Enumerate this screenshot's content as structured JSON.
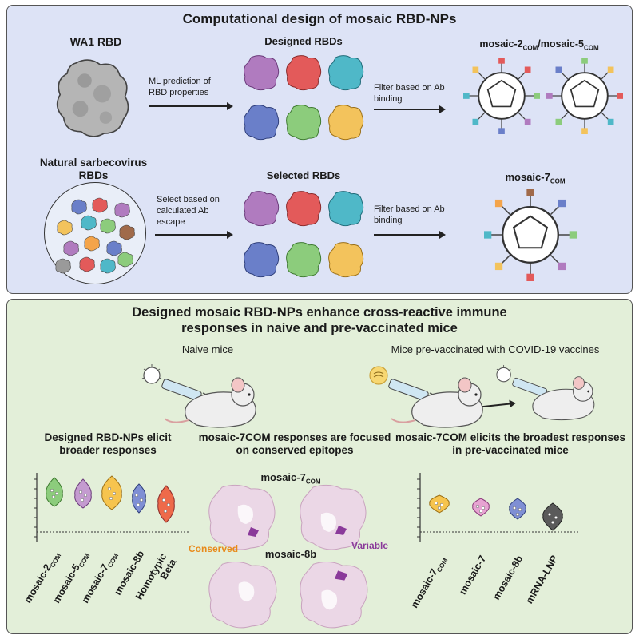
{
  "top": {
    "title": "Computational design of mosaic RBD-NPs",
    "wa1_label": "WA1 RBD",
    "natural_label": "Natural sarbecovirus RBDs",
    "ml_text": "ML prediction of RBD properties",
    "select_text": "Select based on calculated Ab escape",
    "designed_label": "Designed RBDs",
    "selected_label": "Selected RBDs",
    "filter_text_1": "Filter based on Ab binding",
    "filter_text_2": "Filter based on Ab binding",
    "mosaic25_label": "mosaic-2COM/mosaic-5COM",
    "mosaic7_label": "mosaic-7COM",
    "colors": {
      "purple": "#b07bbf",
      "red": "#e35a5a",
      "teal": "#4fb8c8",
      "blue": "#6a7fc9",
      "green": "#8ccc7c",
      "yellow": "#f3c35c",
      "gray": "#b9b9b9",
      "orange": "#f4a44a",
      "brown": "#a06a4a"
    }
  },
  "bottom": {
    "title": "Designed mosaic RBD-NPs enhance cross-reactive immune responses in naive and pre-vaccinated mice",
    "naive_label": "Naive mice",
    "prevax_label": "Mice pre-vaccinated with COVID-19 vaccines",
    "left_heading": "Designed RBD-NPs elicit broader responses",
    "mid_heading": "mosaic-7COM responses are focused on conserved epitopes",
    "right_heading": "mosaic-7COM elicits the broadest responses in pre-vaccinated mice",
    "struct_label_1": "mosaic-7COM",
    "struct_label_2": "mosaic-8b",
    "conserved_label": "Conserved",
    "variable_label": "Variable",
    "left_groups": [
      "mosaic-2COM",
      "mosaic-5COM",
      "mosaic-7COM",
      "mosaic-8b",
      "Homotypic Beta"
    ],
    "right_groups": [
      "mosaic-7COM",
      "mosaic-7",
      "mosaic-8b",
      "mRNA-LNP"
    ]
  }
}
